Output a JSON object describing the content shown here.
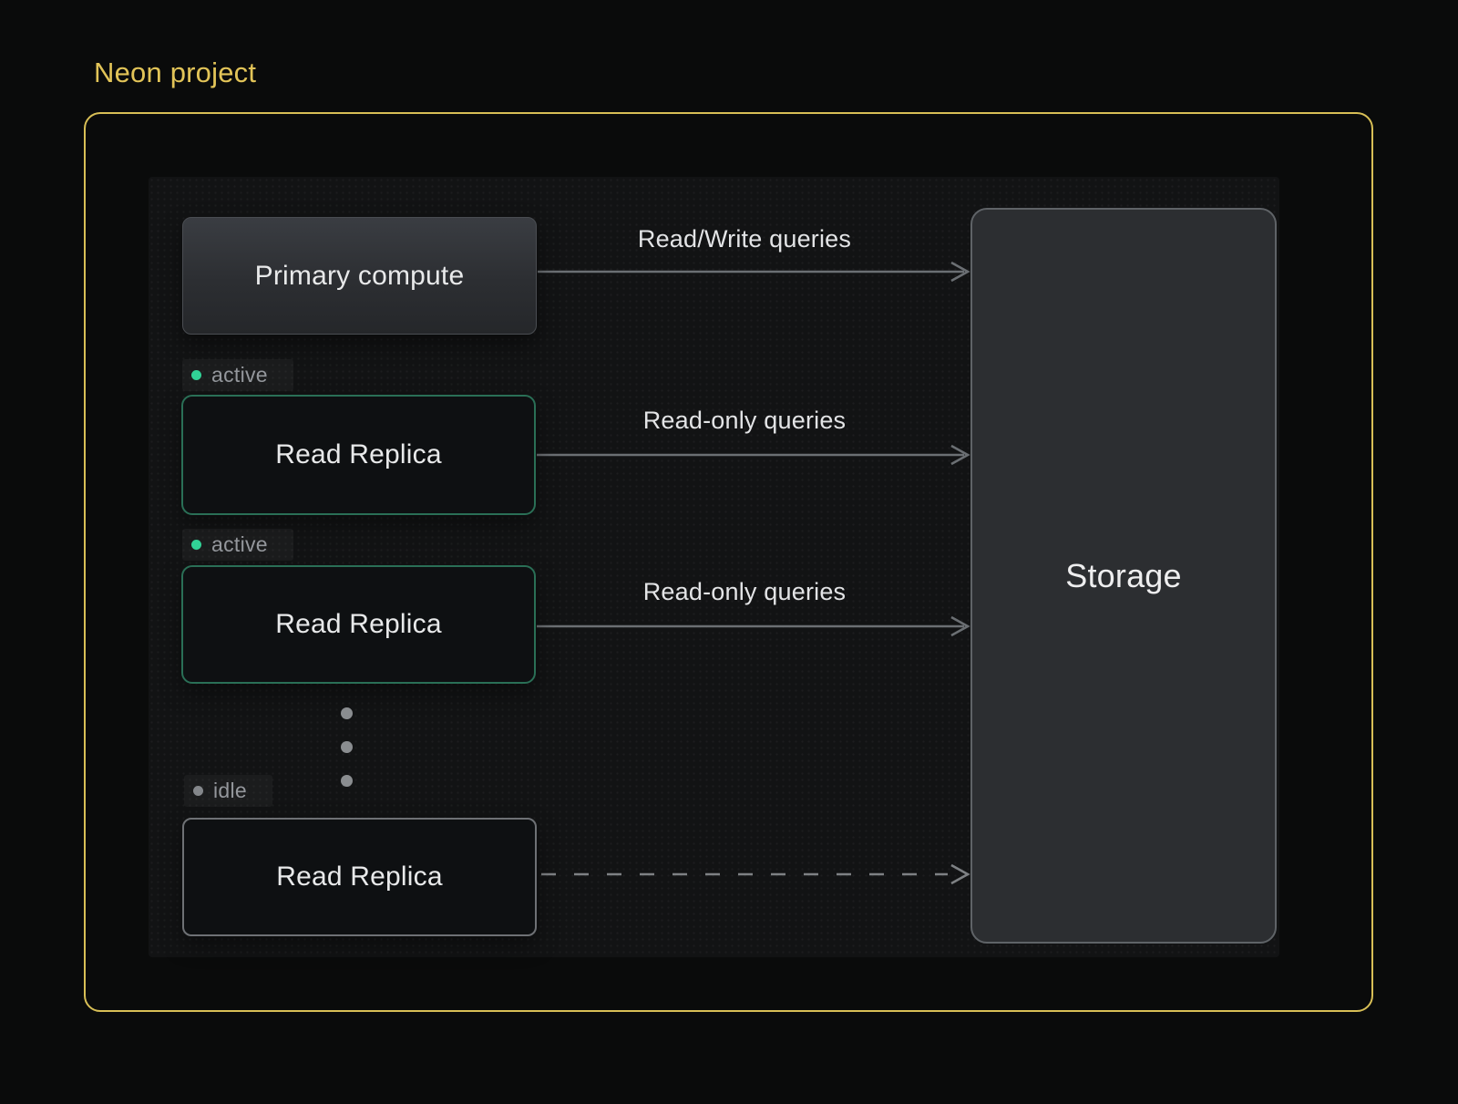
{
  "title": "Neon project",
  "colors": {
    "accent_gold": "#d8bf56",
    "active_green": "#31d296",
    "idle_gray": "#84878b",
    "arrow_gray": "#6b6f73",
    "storage_fill": "#2c2e31",
    "replica_border_active": "#2a6f56"
  },
  "nodes": {
    "primary": {
      "label": "Primary compute"
    },
    "storage": {
      "label": "Storage"
    },
    "replicas": [
      {
        "label": "Read Replica",
        "status": "active"
      },
      {
        "label": "Read Replica",
        "status": "active"
      },
      {
        "label": "Read Replica",
        "status": "idle"
      }
    ]
  },
  "edges": [
    {
      "from": "primary-compute",
      "to": "storage",
      "label": "Read/Write queries",
      "style": "solid"
    },
    {
      "from": "read-replica-1",
      "to": "storage",
      "label": "Read-only queries",
      "style": "solid"
    },
    {
      "from": "read-replica-2",
      "to": "storage",
      "label": "Read-only queries",
      "style": "solid"
    },
    {
      "from": "read-replica-3",
      "to": "storage",
      "label": "",
      "style": "dashed"
    }
  ]
}
